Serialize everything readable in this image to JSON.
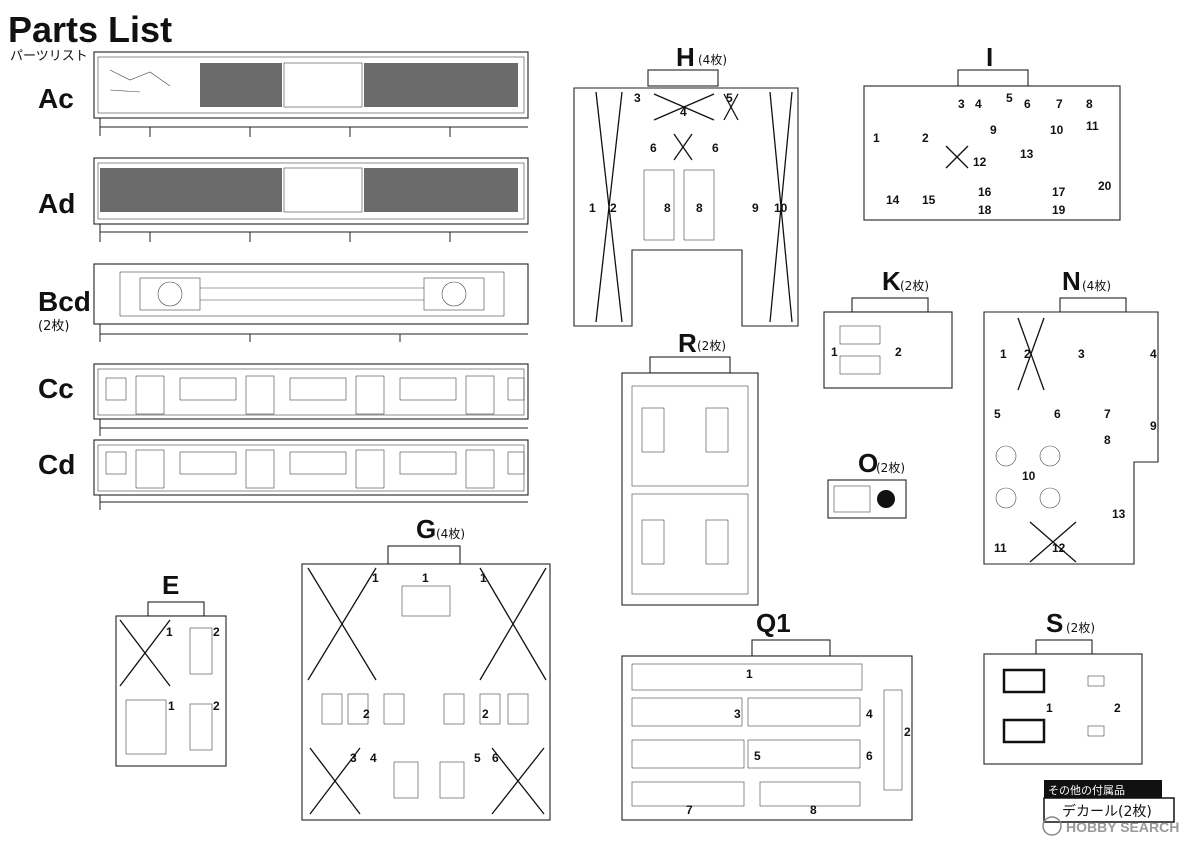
{
  "title": "Parts List",
  "subtitle": "パーツリスト",
  "body_sections": [
    {
      "label": "Ac"
    },
    {
      "label": "Ad"
    },
    {
      "label": "Bcd",
      "count": "(2枚)"
    },
    {
      "label": "Cc"
    },
    {
      "label": "Cd"
    }
  ],
  "runners": {
    "H": {
      "label": "H",
      "count": "(4枚)",
      "parts": [
        "1",
        "2",
        "3",
        "4",
        "5",
        "6",
        "6",
        "8",
        "8",
        "9",
        "10"
      ]
    },
    "I": {
      "label": "I",
      "parts": [
        "1",
        "2",
        "3",
        "4",
        "5",
        "6",
        "7",
        "8",
        "9",
        "10",
        "11",
        "12",
        "13",
        "14",
        "15",
        "16",
        "17",
        "18",
        "19",
        "20"
      ]
    },
    "K": {
      "label": "K",
      "count": "(2枚)",
      "parts": [
        "1",
        "2"
      ]
    },
    "N": {
      "label": "N",
      "count": "(4枚)",
      "parts": [
        "1",
        "2",
        "3",
        "4",
        "5",
        "6",
        "7",
        "8",
        "9",
        "10",
        "11",
        "12",
        "13"
      ]
    },
    "R": {
      "label": "R",
      "count": "(2枚)"
    },
    "O": {
      "label": "O",
      "count": "(2枚)"
    },
    "E": {
      "label": "E",
      "parts": [
        "1",
        "2",
        "1",
        "2"
      ]
    },
    "G": {
      "label": "G",
      "count": "(4枚)",
      "parts": [
        "1",
        "1",
        "1",
        "2",
        "2",
        "3",
        "4",
        "5",
        "6"
      ]
    },
    "Q1": {
      "label": "Q1",
      "parts": [
        "1",
        "2",
        "3",
        "4",
        "5",
        "6",
        "7",
        "8"
      ]
    },
    "S": {
      "label": "S",
      "count": "(2枚)",
      "parts": [
        "1",
        "2"
      ]
    }
  },
  "accessories": {
    "header": "その他の付属品",
    "item": "デカール(2枚)"
  },
  "watermark": "HOBBY SEARCH"
}
